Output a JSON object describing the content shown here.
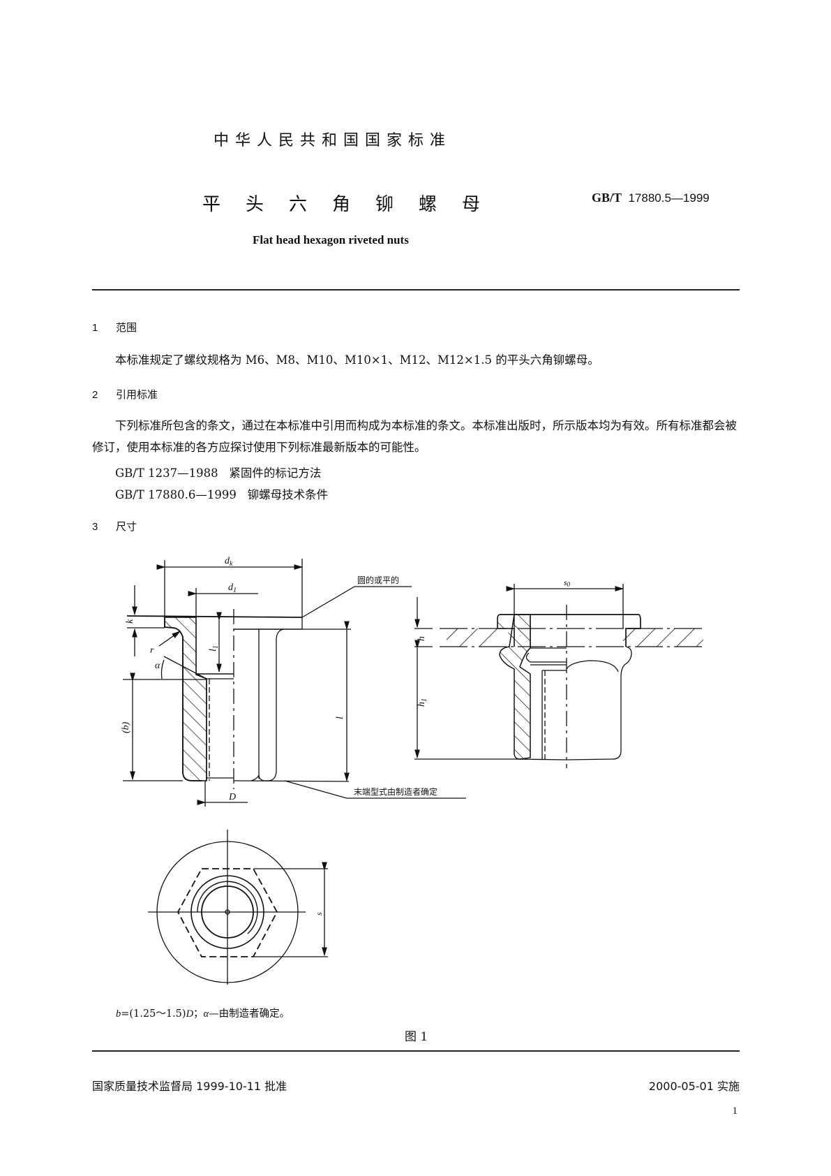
{
  "header": {
    "national_standard": "中华人民共和国国家标准",
    "title_chars": [
      "平",
      "头",
      "六",
      "角",
      "铆",
      "螺",
      "母"
    ],
    "standard_prefix": "GB/T",
    "standard_number": "17880.5—1999",
    "english_title": "Flat head hexagon riveted nuts"
  },
  "sections": [
    {
      "number": "1",
      "heading": "范围",
      "paragraphs": [
        "本标准规定了螺纹规格为 M6、M8、M10、M10×1、M12、M12×1.5 的平头六角铆螺母。"
      ]
    },
    {
      "number": "2",
      "heading": "引用标准",
      "paragraphs": [
        "下列标准所包含的条文，通过在本标准中引用而构成为本标准的条文。本标准出版时，所示版本均为有效。所有标准都会被修订，使用本标准的各方应探讨使用下列标准最新版本的可能性。"
      ],
      "references": [
        {
          "code": "GB/T 1237—1988",
          "title": "紧固件的标记方法"
        },
        {
          "code": "GB/T 17880.6—1999",
          "title": "铆螺母技术条件"
        }
      ]
    },
    {
      "number": "3",
      "heading": "尺寸"
    }
  ],
  "figure": {
    "labels": {
      "dk": "d",
      "dk_sub": "k",
      "d1": "d",
      "d1_sub": "1",
      "k": "k",
      "r": "r",
      "alpha": "α",
      "l1": "l",
      "l1_sub": "1",
      "b": "(b)",
      "l": "l",
      "D": "D",
      "s0": "s",
      "s0_sub": "0",
      "h": "h",
      "h1": "h",
      "h1_sub": "1",
      "s": "s"
    },
    "callouts": {
      "head_edge": "圆的或平的",
      "end_form": "末端型式由制造者确定"
    },
    "note_prefix": "b",
    "note_body": "=(1.25～1.5)",
    "note_D": "D",
    "note_sep": "；",
    "note_alpha": "α",
    "note_tail": "—由制造者确定。",
    "caption": "图 1"
  },
  "footer": {
    "approval": "国家质量技术监督局 1999-10-11 批准",
    "implementation": "2000-05-01 实施",
    "page_number": "1"
  }
}
